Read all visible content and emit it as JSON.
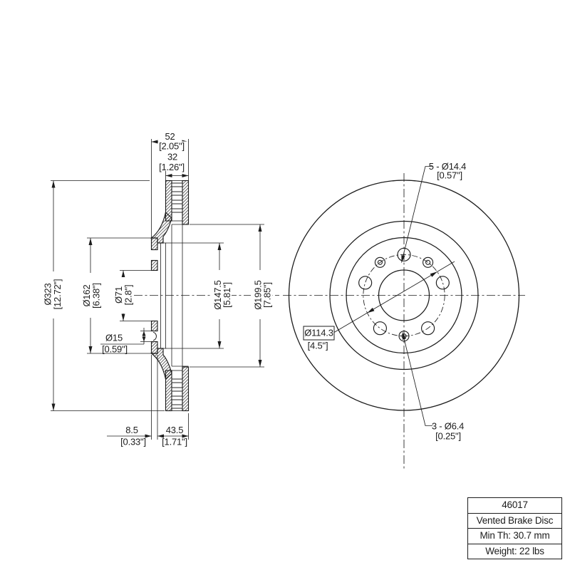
{
  "section": {
    "width_total": {
      "value": "52",
      "inches": "[2.05\"]"
    },
    "width_disc": {
      "value": "32",
      "inches": "[1.26\"]"
    },
    "outer_diameter": {
      "value": "Ø323",
      "inches": "[12.72\"]"
    },
    "hat_diameter": {
      "value": "Ø162",
      "inches": "[6.38\"]"
    },
    "bore_diameter": {
      "value": "Ø71",
      "inches": "[2.8\"]"
    },
    "hole_diameter": {
      "value": "Ø15",
      "inches": "[0.59\"]"
    },
    "drum_diameter": {
      "value": "Ø147.5",
      "inches": "[5.81\"]"
    },
    "friction_inner_diameter": {
      "value": "Ø199.5",
      "inches": "[7.85\"]"
    },
    "hat_depth": {
      "value": "8.5",
      "inches": "[0.33\"]"
    },
    "mount_offset": {
      "value": "43.5",
      "inches": "[1.71\"]"
    }
  },
  "front": {
    "lug_holes": {
      "value": "5 - Ø14.4",
      "inches": "[0.57\"]"
    },
    "bolt_circle": {
      "value": "Ø114.3",
      "inches": "[4.5\"]"
    },
    "set_screw_holes": {
      "value": "3 - Ø6.4",
      "inches": "[0.25\"]"
    }
  },
  "title_block": {
    "part_number": "46017",
    "description": "Vented Brake Disc",
    "min_thickness": "Min Th: 30.7 mm",
    "weight": "Weight: 22 lbs"
  },
  "colors": {
    "line": "#1c1c1c",
    "background": "#ffffff"
  }
}
